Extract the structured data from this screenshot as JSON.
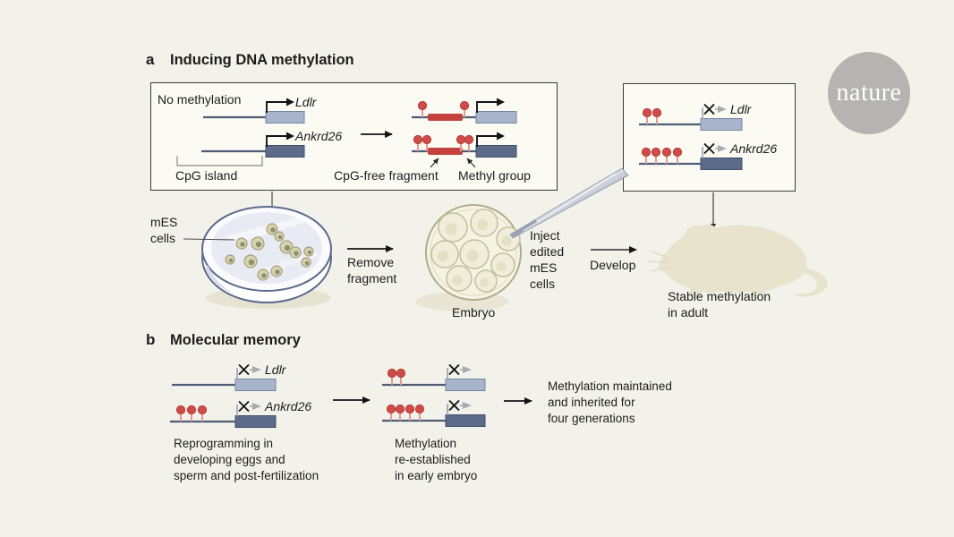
{
  "panel_a": {
    "label": "a",
    "title": "Inducing DNA methylation",
    "no_methylation": "No methylation",
    "cpg_island": "CpG island",
    "cpg_free_fragment": "CpG-free fragment",
    "methyl_group": "Methyl group",
    "mes_cells": "mES\ncells",
    "remove_fragment": "Remove\nfragment",
    "inject": "Inject\nedited\nmES\ncells",
    "embryo": "Embryo",
    "develop": "Develop",
    "stable": "Stable methylation\nin adult"
  },
  "panel_b": {
    "label": "b",
    "title": "Molecular memory",
    "reprogramming": "Reprogramming in\ndeveloping eggs and\nsperm and post-fertilization",
    "reestablished": "Methylation\nre-established\nin early embryo",
    "maintained": "Methylation maintained\nand inherited for\nfour generations"
  },
  "logo": {
    "text": "nature"
  },
  "genes": [
    {
      "id": "a_left_ldlr",
      "gene": "Ldlr",
      "methyls": 0,
      "state": "active",
      "fragment": false
    },
    {
      "id": "a_left_ank",
      "gene": "Ankrd26",
      "methyls": 0,
      "state": "active",
      "fragment": false
    },
    {
      "id": "a_right_ldlr",
      "gene": "",
      "methyls": 2,
      "state": "active",
      "fragment": true
    },
    {
      "id": "a_right_ank",
      "gene": "",
      "methyls": 4,
      "state": "active",
      "fragment": true
    },
    {
      "id": "box2_ldlr",
      "gene": "Ldlr",
      "methyls": 2,
      "state": "silenced",
      "fragment": false
    },
    {
      "id": "box2_ank",
      "gene": "Ankrd26",
      "methyls": 4,
      "state": "silenced",
      "fragment": false
    },
    {
      "id": "b1_ldlr",
      "gene": "Ldlr",
      "methyls": 0,
      "state": "silenced",
      "fragment": false
    },
    {
      "id": "b1_ank",
      "gene": "Ankrd26",
      "methyls": 3,
      "state": "silenced",
      "fragment": false
    },
    {
      "id": "b2_ldlr",
      "gene": "",
      "methyls": 2,
      "state": "silenced",
      "fragment": false
    },
    {
      "id": "b2_ank",
      "gene": "",
      "methyls": 4,
      "state": "silenced",
      "fragment": false
    }
  ],
  "colors": {
    "background": "#f3f2ea",
    "gene_light": "#a8b4cb",
    "gene_dark": "#5c6b89",
    "gene_line": "#4e5c77",
    "methyl_red": "#cf4c49",
    "fragment_red": "#c5413e",
    "logo_gray": "#b5b4b0"
  }
}
